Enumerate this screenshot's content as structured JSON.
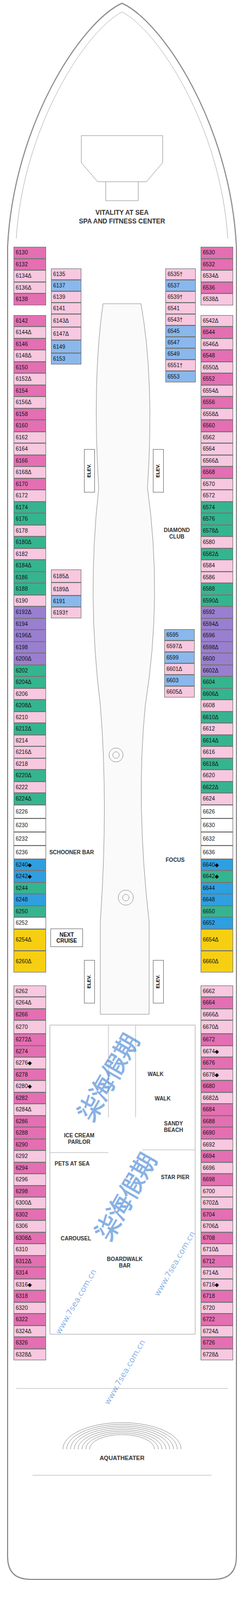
{
  "diagram": {
    "nodes": [
      {
        "text": [
          "6130"
        ]
      },
      {
        "text": [
          "6132"
        ]
      },
      {
        "text": [
          "6134Δ"
        ]
      },
      {
        "text": [
          "6136Δ"
        ]
      },
      {
        "text": [
          "6138"
        ]
      },
      {
        "text": [
          "6142"
        ]
      },
      {
        "text": [
          "6144Δ"
        ]
      },
      {
        "text": [
          "6146"
        ]
      },
      {
        "text": [
          "6148Δ"
        ]
      },
      {
        "text": [
          "6150"
        ]
      },
      {
        "text": [
          "6152Δ"
        ]
      },
      {
        "text": [
          "6154"
        ]
      },
      {
        "text": [
          "6156Δ"
        ]
      },
      {
        "text": [
          "6158"
        ]
      },
      {
        "text": [
          "6160"
        ]
      },
      {
        "text": [
          "6162"
        ]
      },
      {
        "text": [
          "6164"
        ]
      },
      {
        "text": [
          "6166"
        ]
      },
      {
        "text": [
          "6168Δ"
        ]
      },
      {
        "text": [
          "6170"
        ]
      },
      {
        "text": [
          "6172"
        ]
      },
      {
        "text": [
          "6174"
        ]
      },
      {
        "text": [
          "6176"
        ]
      },
      {
        "text": [
          "6178"
        ]
      },
      {
        "text": [
          "6180Δ"
        ]
      },
      {
        "text": [
          "6182"
        ]
      },
      {
        "text": [
          "6184Δ"
        ]
      },
      {
        "text": [
          "6186"
        ]
      },
      {
        "text": [
          "6188"
        ]
      },
      {
        "text": [
          "6190"
        ]
      },
      {
        "text": [
          "6192Δ"
        ]
      },
      {
        "text": [
          "6194"
        ]
      },
      {
        "text": [
          "6196Δ"
        ]
      },
      {
        "text": [
          "6198"
        ]
      },
      {
        "text": [
          "6200Δ"
        ]
      },
      {
        "text": [
          "6202"
        ]
      },
      {
        "text": [
          "6204Δ"
        ]
      },
      {
        "text": [
          "6206"
        ]
      },
      {
        "text": [
          "6208Δ"
        ]
      },
      {
        "text": [
          "6210"
        ]
      },
      {
        "text": [
          "6212Δ"
        ]
      },
      {
        "text": [
          "6214"
        ]
      },
      {
        "text": [
          "6216Δ"
        ]
      },
      {
        "text": [
          "6218"
        ]
      },
      {
        "text": [
          "6220Δ"
        ]
      },
      {
        "text": [
          "6222"
        ]
      },
      {
        "text": [
          "6224Δ"
        ]
      },
      {
        "text": [
          "6226"
        ]
      },
      {
        "text": [
          "6230"
        ]
      },
      {
        "text": [
          "6232"
        ]
      },
      {
        "text": [
          "6236"
        ]
      },
      {
        "text": [
          "6240◆"
        ]
      },
      {
        "text": [
          "6242◆"
        ]
      },
      {
        "text": [
          "6244"
        ]
      },
      {
        "text": [
          "6248"
        ]
      },
      {
        "text": [
          "6250"
        ]
      },
      {
        "text": [
          "6252"
        ]
      },
      {
        "text": [
          "6254Δ"
        ]
      },
      {
        "text": [
          "6260Δ"
        ]
      },
      {
        "text": [
          "6262"
        ]
      },
      {
        "text": [
          "6264Δ"
        ]
      },
      {
        "text": [
          "6266"
        ]
      },
      {
        "text": [
          "6270"
        ]
      },
      {
        "text": [
          "6272Δ"
        ]
      },
      {
        "text": [
          "6274"
        ]
      },
      {
        "text": [
          "6276◆"
        ]
      },
      {
        "text": [
          "6278"
        ]
      },
      {
        "text": [
          "6280◆"
        ]
      },
      {
        "text": [
          "6282"
        ]
      },
      {
        "text": [
          "6284Δ"
        ]
      },
      {
        "text": [
          "6286"
        ]
      },
      {
        "text": [
          "6288"
        ]
      },
      {
        "text": [
          "6290"
        ]
      },
      {
        "text": [
          "6292"
        ]
      },
      {
        "text": [
          "6294"
        ]
      },
      {
        "text": [
          "6296"
        ]
      },
      {
        "text": [
          "6298"
        ]
      },
      {
        "text": [
          "6300Δ"
        ]
      },
      {
        "text": [
          "6302"
        ]
      },
      {
        "text": [
          "6306"
        ]
      },
      {
        "text": [
          "6308Δ"
        ]
      },
      {
        "text": [
          "6310"
        ]
      },
      {
        "text": [
          "6312Δ"
        ]
      },
      {
        "text": [
          "6314"
        ]
      },
      {
        "text": [
          "6316◆"
        ]
      },
      {
        "text": [
          "6318"
        ]
      },
      {
        "text": [
          "6320"
        ]
      },
      {
        "text": [
          "6322"
        ]
      },
      {
        "text": [
          "6324Δ"
        ]
      },
      {
        "text": [
          "6326"
        ]
      },
      {
        "text": [
          "6328Δ"
        ]
      },
      {
        "text": [
          "6135"
        ]
      },
      {
        "text": [
          "6137"
        ]
      },
      {
        "text": [
          "6139"
        ]
      },
      {
        "text": [
          "6141"
        ]
      },
      {
        "text": [
          "6143Δ"
        ]
      },
      {
        "text": [
          "6147Δ"
        ]
      },
      {
        "text": [
          "6149"
        ]
      },
      {
        "text": [
          "6153"
        ]
      },
      {
        "text": [
          "6535†"
        ]
      },
      {
        "text": [
          "6537"
        ]
      },
      {
        "text": [
          "6539†"
        ]
      },
      {
        "text": [
          "6541"
        ]
      },
      {
        "text": [
          "6543†"
        ]
      },
      {
        "text": [
          "6545"
        ]
      },
      {
        "text": [
          "6547"
        ]
      },
      {
        "text": [
          "6549"
        ]
      },
      {
        "text": [
          "6551†"
        ]
      },
      {
        "text": [
          "6553"
        ]
      },
      {
        "text": [
          "6185Δ"
        ]
      },
      {
        "text": [
          "6189Δ"
        ]
      },
      {
        "text": [
          "6191"
        ]
      },
      {
        "text": [
          "6193†"
        ]
      },
      {
        "text": [
          "6595"
        ]
      },
      {
        "text": [
          "6597Δ"
        ]
      },
      {
        "text": [
          "6599"
        ]
      },
      {
        "text": [
          "6601Δ"
        ]
      },
      {
        "text": [
          "6603"
        ]
      },
      {
        "text": [
          "6605Δ"
        ]
      },
      {
        "text": [
          "6530"
        ]
      },
      {
        "text": [
          "6532"
        ]
      },
      {
        "text": [
          "6534Δ"
        ]
      },
      {
        "text": [
          "6536"
        ]
      },
      {
        "text": [
          "6538Δ"
        ]
      },
      {
        "text": [
          "6542Δ"
        ]
      },
      {
        "text": [
          "6544"
        ]
      },
      {
        "text": [
          "6546Δ"
        ]
      },
      {
        "text": [
          "6548"
        ]
      },
      {
        "text": [
          "6550Δ"
        ]
      },
      {
        "text": [
          "6552"
        ]
      },
      {
        "text": [
          "6554Δ"
        ]
      },
      {
        "text": [
          "6556"
        ]
      },
      {
        "text": [
          "6558Δ"
        ]
      },
      {
        "text": [
          "6560"
        ]
      },
      {
        "text": [
          "6562"
        ]
      },
      {
        "text": [
          "6564"
        ]
      },
      {
        "text": [
          "6566Δ"
        ]
      },
      {
        "text": [
          "6568"
        ]
      },
      {
        "text": [
          "6570"
        ]
      },
      {
        "text": [
          "6572"
        ]
      },
      {
        "text": [
          "6574"
        ]
      },
      {
        "text": [
          "6576"
        ]
      },
      {
        "text": [
          "6578Δ"
        ]
      },
      {
        "text": [
          "6580"
        ]
      },
      {
        "text": [
          "6582Δ"
        ]
      },
      {
        "text": [
          "6584"
        ]
      },
      {
        "text": [
          "6586"
        ]
      },
      {
        "text": [
          "6588"
        ]
      },
      {
        "text": [
          "6590Δ"
        ]
      },
      {
        "text": [
          "6592"
        ]
      },
      {
        "text": [
          "6594Δ"
        ]
      },
      {
        "text": [
          "6596"
        ]
      },
      {
        "text": [
          "6598Δ"
        ]
      },
      {
        "text": [
          "6600"
        ]
      },
      {
        "text": [
          "6602Δ"
        ]
      },
      {
        "text": [
          "6604"
        ]
      },
      {
        "text": [
          "6606Δ"
        ]
      },
      {
        "text": [
          "6608"
        ]
      },
      {
        "text": [
          "6610Δ"
        ]
      },
      {
        "text": [
          "6612"
        ]
      },
      {
        "text": [
          "6614Δ"
        ]
      },
      {
        "text": [
          "6616"
        ]
      },
      {
        "text": [
          "6618Δ"
        ]
      },
      {
        "text": [
          "6620"
        ]
      },
      {
        "text": [
          "6622Δ"
        ]
      },
      {
        "text": [
          "6624"
        ]
      },
      {
        "text": [
          "6626"
        ]
      },
      {
        "text": [
          "6630"
        ]
      },
      {
        "text": [
          "6632"
        ]
      },
      {
        "text": [
          "6636"
        ]
      },
      {
        "text": [
          "6640◆"
        ]
      },
      {
        "text": [
          "6642◆"
        ]
      },
      {
        "text": [
          "6644"
        ]
      },
      {
        "text": [
          "6648"
        ]
      },
      {
        "text": [
          "6650"
        ]
      },
      {
        "text": [
          "6652"
        ]
      },
      {
        "text": [
          "6654Δ"
        ]
      },
      {
        "text": [
          "6660Δ"
        ]
      },
      {
        "text": [
          "6662"
        ]
      },
      {
        "text": [
          "6664"
        ]
      },
      {
        "text": [
          "6666Δ"
        ]
      },
      {
        "text": [
          "6670Δ"
        ]
      },
      {
        "text": [
          "6672"
        ]
      },
      {
        "text": [
          "6674◆"
        ]
      },
      {
        "text": [
          "6676"
        ]
      },
      {
        "text": [
          "6678◆"
        ]
      },
      {
        "text": [
          "6680"
        ]
      },
      {
        "text": [
          "6682Δ"
        ]
      },
      {
        "text": [
          "6684"
        ]
      },
      {
        "text": [
          "6688"
        ]
      },
      {
        "text": [
          "6690"
        ]
      },
      {
        "text": [
          "6692"
        ]
      },
      {
        "text": [
          "6694"
        ]
      },
      {
        "text": [
          "6696"
        ]
      },
      {
        "text": [
          "6698"
        ]
      },
      {
        "text": [
          "6700"
        ]
      },
      {
        "text": [
          "6702Δ"
        ]
      },
      {
        "text": [
          "6704"
        ]
      },
      {
        "text": [
          "6706Δ"
        ]
      },
      {
        "text": [
          "6708"
        ]
      },
      {
        "text": [
          "6710Δ"
        ]
      },
      {
        "text": [
          "6712"
        ]
      },
      {
        "text": [
          "6714Δ"
        ]
      },
      {
        "text": [
          "6716◆"
        ]
      },
      {
        "text": [
          "6718"
        ]
      },
      {
        "text": [
          "6720"
        ]
      },
      {
        "text": [
          "6722"
        ]
      },
      {
        "text": [
          "6724Δ"
        ]
      },
      {
        "text": [
          "6726"
        ]
      },
      {
        "text": [
          "6728Δ"
        ]
      },
      {
        "text": [
          "ELEV."
        ]
      },
      {
        "text": [
          "ELEV."
        ]
      },
      {
        "text": [
          "NEXT CRUISE"
        ]
      },
      {
        "text": [
          "ELEV."
        ]
      },
      {
        "text": [
          "ELEV."
        ]
      }
    ],
    "labels": [
      "VITALITY AT SEA",
      "SPA AND FITNESS CENTER",
      "DIAMOND CLUB",
      "SCHOONER BAR",
      "FOCUS",
      "WALK",
      "WALK",
      "ICE CREAM PARLOR",
      "SANDY BEACH",
      "PETS AT SEA",
      "STAR PIER",
      "CAROUSEL",
      "BOARDWALK BAR",
      "AQUATHEATER",
      "柒海假期",
      "柒海假期",
      "www.7sea.com.cn",
      "www.7sea.com.cn",
      "www.7sea.com.cn"
    ]
  }
}
